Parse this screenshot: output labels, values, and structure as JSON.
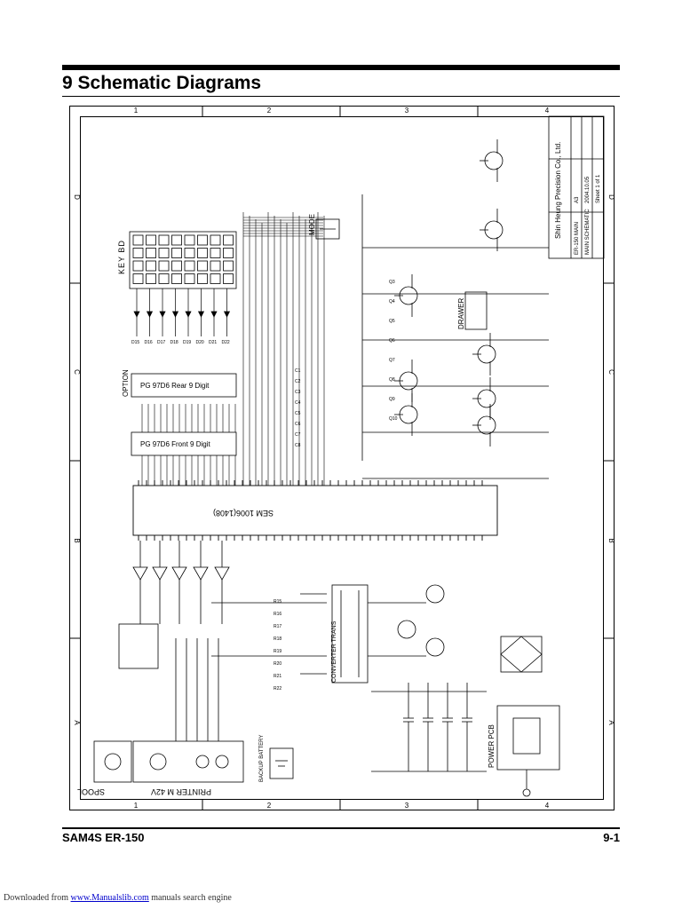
{
  "page": {
    "title": "9 Schematic Diagrams",
    "footer_model": "SAM4S ER-150",
    "footer_page": "9-1"
  },
  "download": {
    "prefix": "Downloaded from ",
    "link": "www.Manualslib.com",
    "suffix": " manuals search engine"
  },
  "grid": {
    "columns": [
      "1",
      "2",
      "3",
      "4"
    ],
    "rows": [
      "D",
      "C",
      "B",
      "A"
    ]
  },
  "title_block": {
    "company": "Shin Heung Precision Co., Ltd.",
    "lines": [
      "ER-150 MAIN",
      "MAIN SCHEMATIC",
      "A3",
      "2004.10.05",
      "Sheet 1 of 1"
    ]
  },
  "blocks": {
    "keyboard": "KEY BD",
    "mode": "MODE",
    "option": "OPTION",
    "rear_display": "PG 97D6 Rear 9 Digit",
    "front_display": "PG 97D6 Front 9 Digit",
    "cpu": "SEM 1006(1408)",
    "drawer": "DRAWER",
    "power_pcb": "POWER PCB",
    "spool": "SPOOL",
    "printer": "PRINTER M 42V",
    "transformer": "CONVERTER TRANS",
    "battery": "BACKUP BATTERY"
  },
  "components": {
    "diodes": [
      "D15",
      "D16",
      "D17",
      "D18",
      "D19",
      "D20",
      "D21",
      "D22"
    ],
    "transistors": [
      "Q3",
      "Q4",
      "Q5",
      "Q6",
      "Q7",
      "Q8",
      "Q9",
      "Q10"
    ],
    "resistors": [
      "R15",
      "R16",
      "R17",
      "R18",
      "R19",
      "R20",
      "R21",
      "R22"
    ],
    "capacitors": [
      "C1",
      "C2",
      "C3",
      "C4",
      "C5",
      "C6",
      "C7",
      "C8"
    ]
  }
}
